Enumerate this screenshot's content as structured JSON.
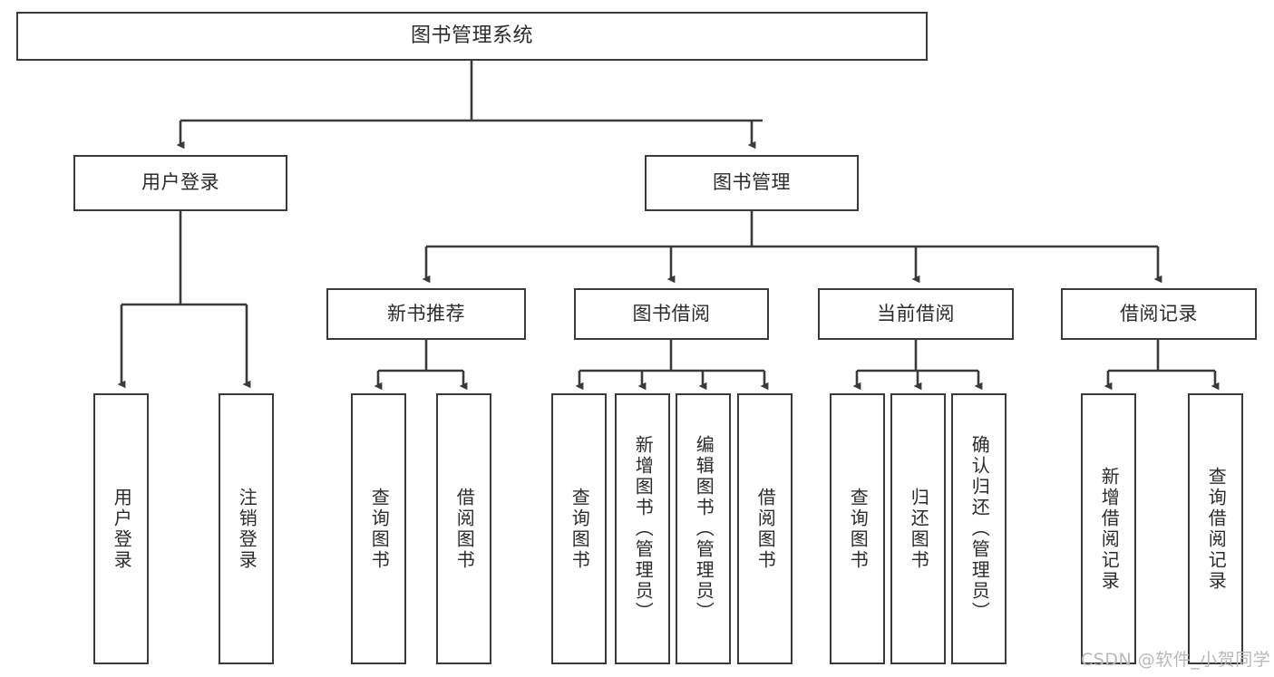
{
  "diagram": {
    "title": "图书管理系统",
    "type": "tree-hierarchy-chart",
    "watermark": "CSDN @软件_小贺同学",
    "colors": {
      "border": "#3a3a3a",
      "text": "#2b2b2b",
      "background": "#ffffff",
      "watermark": "#b9b9b9"
    },
    "root": {
      "label": "图书管理系统"
    },
    "level2": [
      {
        "label": "用户登录"
      },
      {
        "label": "图书管理"
      }
    ],
    "level3": [
      {
        "label": "新书推荐"
      },
      {
        "label": "图书借阅"
      },
      {
        "label": "当前借阅"
      },
      {
        "label": "借阅记录"
      }
    ],
    "leaves": {
      "user_login": [
        {
          "label": "用户登录"
        },
        {
          "label": "注销登录"
        }
      ],
      "new_book_recommend": [
        {
          "label": "查询图书"
        },
        {
          "label": "借阅图书"
        }
      ],
      "book_borrow": [
        {
          "label": "查询图书"
        },
        {
          "label": "新增图书（管理员）"
        },
        {
          "label": "编辑图书（管理员）"
        },
        {
          "label": "借阅图书"
        }
      ],
      "current_borrow": [
        {
          "label": "查询图书"
        },
        {
          "label": "归还图书"
        },
        {
          "label": "确认归还（管理员）"
        }
      ],
      "borrow_record": [
        {
          "label": "新增借阅记录"
        },
        {
          "label": "查询借阅记录"
        }
      ]
    }
  }
}
